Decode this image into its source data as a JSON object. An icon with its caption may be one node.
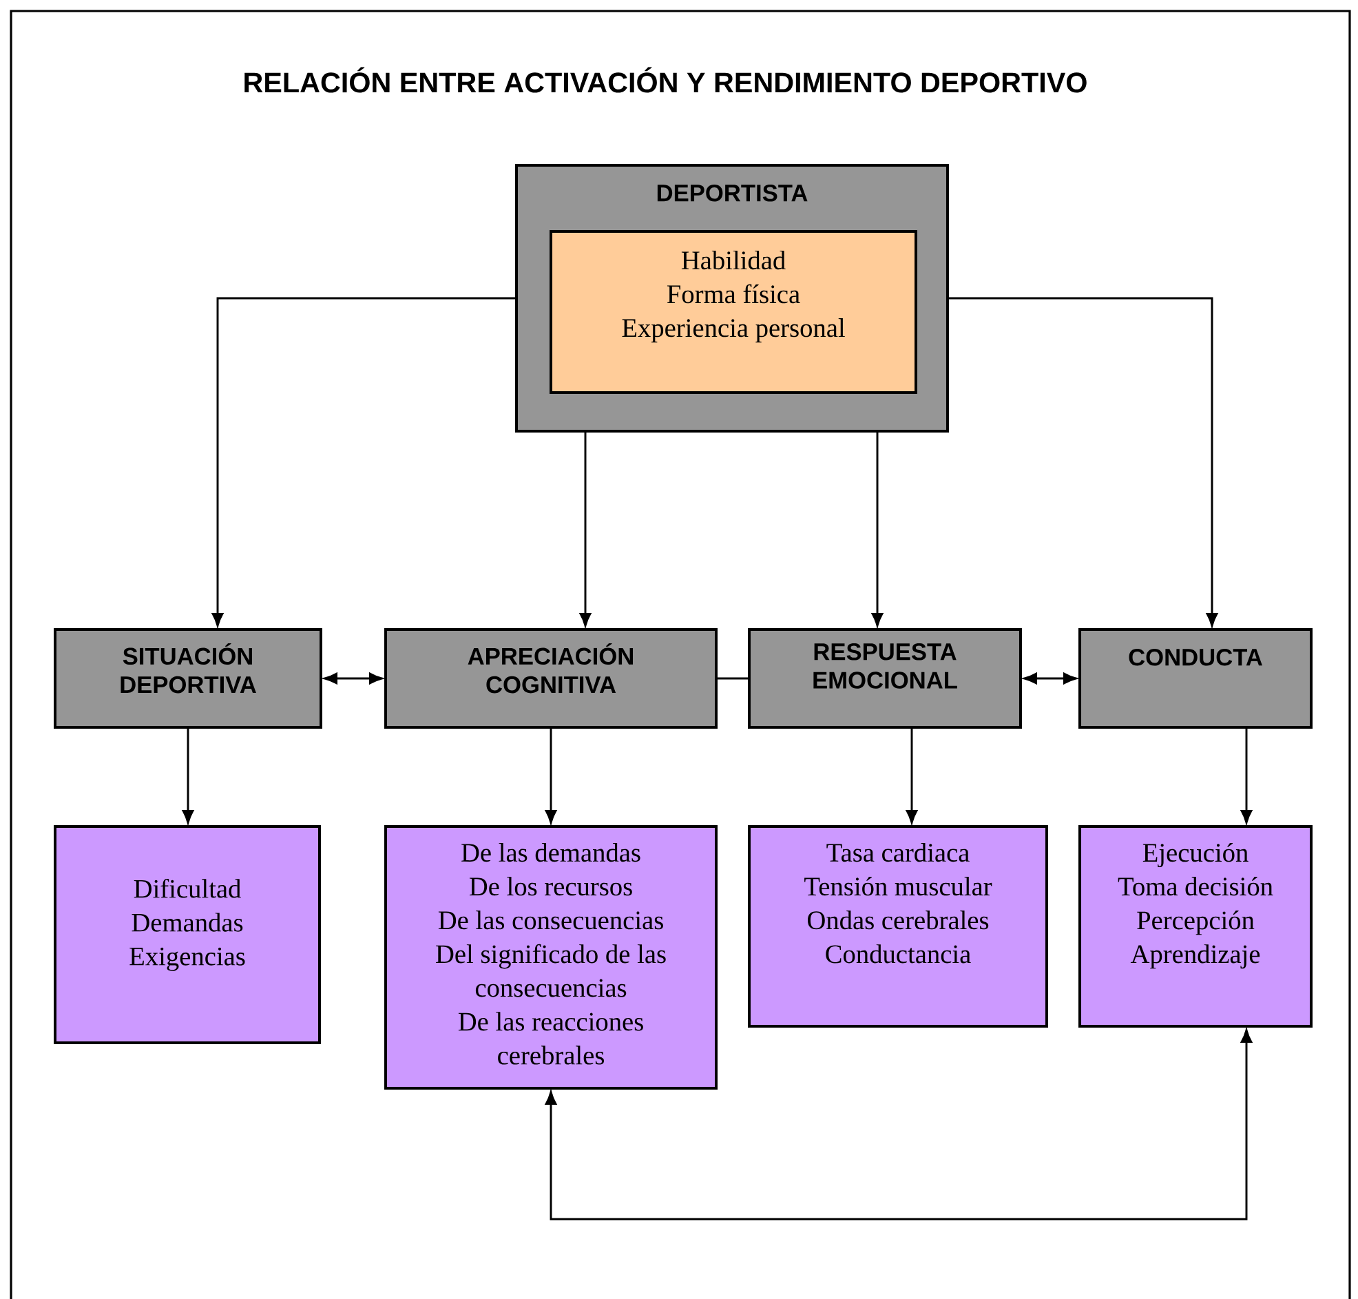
{
  "diagram": {
    "title": "RELACIÓN ENTRE ACTIVACIÓN Y RENDIMIENTO DEPORTIVO",
    "nodes": [
      {
        "text": [
          "DEPORTISTA"
        ]
      },
      {
        "text": [
          "Habilidad",
          "Forma física",
          "Experiencia personal"
        ],
        "in": 0
      },
      {
        "text": [
          "SITUACIÓN DEPORTIVA"
        ]
      },
      {
        "text": [
          "APRECIACIÓN COGNITIVA"
        ]
      },
      {
        "text": [
          "RESPUESTA EMOCIONAL"
        ]
      },
      {
        "text": [
          "CONDUCTA"
        ]
      },
      {
        "text": [
          "Dificultad",
          "Demandas",
          "Exigencias"
        ]
      },
      {
        "text": [
          "De las demandas",
          "De los recursos",
          "De las consecuencias",
          "Del significado de las consecuencias",
          "De las reacciones cerebrales"
        ]
      },
      {
        "text": [
          "Tasa cardiaca",
          "Tensión muscular",
          "Ondas cerebrales",
          "Conductancia"
        ]
      },
      {
        "text": [
          "Ejecución",
          "Toma decisión",
          "Percepción",
          "Aprendizaje"
        ]
      }
    ],
    "edges": [
      {
        "from": 0,
        "to": 2,
        "arrow": "to"
      },
      {
        "from": 0,
        "to": 3,
        "arrow": "to"
      },
      {
        "from": 0,
        "to": 4,
        "arrow": "to"
      },
      {
        "from": 0,
        "to": 5,
        "arrow": "to"
      },
      {
        "from": 2,
        "to": 3,
        "arrow": "both"
      },
      {
        "from": 3,
        "to": 4,
        "arrow": "none"
      },
      {
        "from": 4,
        "to": 5,
        "arrow": "both"
      },
      {
        "from": 2,
        "to": 6,
        "arrow": "to"
      },
      {
        "from": 3,
        "to": 7,
        "arrow": "to"
      },
      {
        "from": 4,
        "to": 8,
        "arrow": "to"
      },
      {
        "from": 5,
        "to": 9,
        "arrow": "to"
      },
      {
        "from": 7,
        "to": 9,
        "arrow": "both"
      }
    ]
  }
}
